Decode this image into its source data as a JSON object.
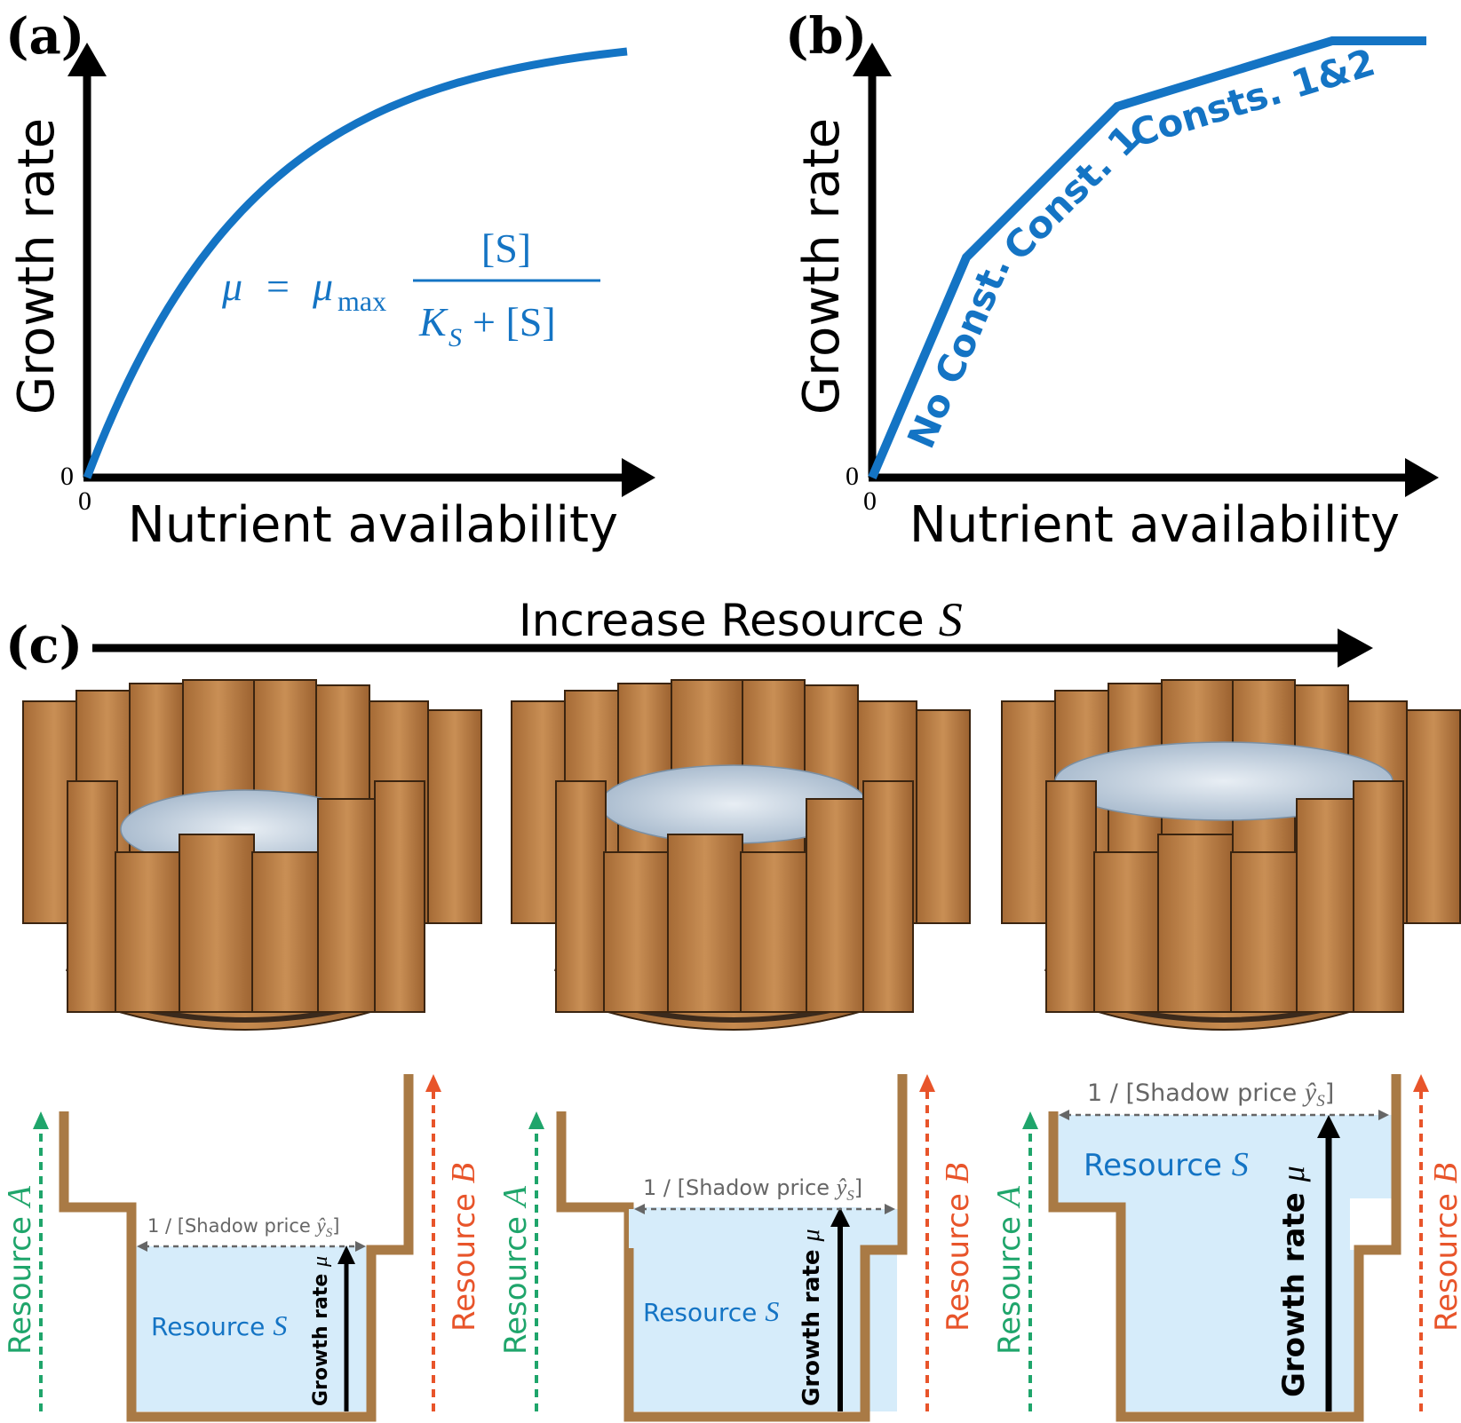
{
  "panel_a": {
    "label": "(a)",
    "ylabel": "Growth rate",
    "xlabel": "Nutrient availability",
    "x_zero": "0",
    "y_zero": "0",
    "equation": {
      "lhs": "μ",
      "eq": "=",
      "mu": "μ",
      "sub": "max",
      "numerator": "[S]",
      "den_k": "K",
      "den_sub": "S",
      "den_rest": "+ [S]"
    }
  },
  "panel_b": {
    "label": "(b)",
    "ylabel": "Growth rate",
    "xlabel": "Nutrient availability",
    "x_zero": "0",
    "y_zero": "0",
    "segments": [
      "No Const.",
      "Const. 1",
      "Consts. 1&2"
    ]
  },
  "panel_c": {
    "label": "(c)",
    "title": "Increase Resource",
    "title_var": "S",
    "barrels": [
      {
        "resource_a": "Resource",
        "resource_a_var": "A",
        "resource_b": "Resource",
        "resource_b_var": "B",
        "resource_s": "Resource",
        "resource_s_var": "S",
        "growth": "Growth rate",
        "growth_var": "μ",
        "shadow": "1 / [Shadow price",
        "shadow_var": "ŷ",
        "shadow_sub": "S",
        "shadow_end": "]"
      },
      {
        "resource_a": "Resource",
        "resource_a_var": "A",
        "resource_b": "Resource",
        "resource_b_var": "B",
        "resource_s": "Resource",
        "resource_s_var": "S",
        "growth": "Growth rate",
        "growth_var": "μ",
        "shadow": "1 / [Shadow price",
        "shadow_var": "ŷ",
        "shadow_sub": "S",
        "shadow_end": "]"
      },
      {
        "resource_a": "Resource",
        "resource_a_var": "A",
        "resource_b": "Resource",
        "resource_b_var": "B",
        "resource_s": "Resource",
        "resource_s_var": "S",
        "growth": "Growth rate",
        "growth_var": "μ",
        "shadow": "1 / [Shadow price",
        "shadow_var": "ŷ",
        "shadow_sub": "S",
        "shadow_end": "]"
      }
    ]
  },
  "colors": {
    "curve": "#1474c4",
    "resource_a": "#1fa56b",
    "resource_b": "#e8542a",
    "wall": "#a97a45",
    "water": "#d6ecfa",
    "wood": "#b5783f"
  }
}
